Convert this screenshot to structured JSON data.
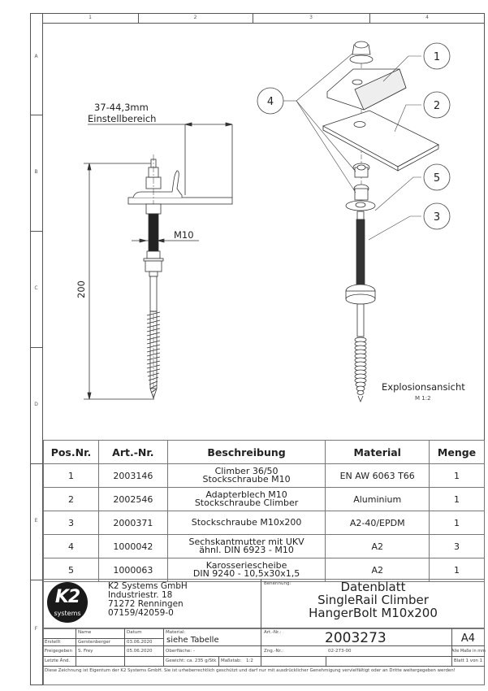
{
  "frame": {
    "columns": [
      "1",
      "2",
      "3",
      "4"
    ],
    "rows": [
      "A",
      "B",
      "C",
      "D",
      "E",
      "F"
    ]
  },
  "side_view": {
    "adjust_range_value": "37-44,3mm",
    "adjust_range_label": "Einstellbereich",
    "thread_label": "M10",
    "length_label": "200"
  },
  "exploded_view": {
    "title": "Explosionsansicht",
    "scale": "M 1:2",
    "balloons": [
      "1",
      "2",
      "3",
      "4",
      "5"
    ]
  },
  "parts_table": {
    "headers": [
      "Pos.Nr.",
      "Art.-Nr.",
      "Beschreibung",
      "Material",
      "Menge"
    ],
    "rows": [
      {
        "pos": "1",
        "art": "2003146",
        "desc1": "Climber 36/50",
        "desc2": "Stockschraube M10",
        "material": "EN AW 6063 T66",
        "qty": "1"
      },
      {
        "pos": "2",
        "art": "2002546",
        "desc1": "Adapterblech M10",
        "desc2": "Stockschraube Climber",
        "material": "Aluminium",
        "qty": "1"
      },
      {
        "pos": "3",
        "art": "2000371",
        "desc1": "Stockschraube M10x200",
        "desc2": "",
        "material": "A2-40/EPDM",
        "qty": "1"
      },
      {
        "pos": "4",
        "art": "1000042",
        "desc1": "Sechskantmutter mit UKV",
        "desc2": "ähnl. DIN 6923 - M10",
        "material": "A2",
        "qty": "3"
      },
      {
        "pos": "5",
        "art": "1000063",
        "desc1": "Karosseriescheibe",
        "desc2": "DIN 9240 - 10,5x30x1,5",
        "material": "A2",
        "qty": "1"
      }
    ]
  },
  "title_block": {
    "logo_text": "K2",
    "logo_subtext": "systems",
    "company": [
      "K2 Systems GmbH",
      "Industriestr. 18",
      "71272 Renningen",
      "07159/42059-0"
    ],
    "benennung_label": "Benennung:",
    "title_lines": [
      "Datenblatt",
      "SingleRail Climber",
      "HangerBolt M10x200"
    ],
    "name_label": "Name",
    "datum_label": "Datum",
    "material_label": "Material:",
    "material_value": "siehe Tabelle",
    "art_nr_label": "Art.-Nr.:",
    "art_nr_value": "2003273",
    "format": "A4",
    "erstellt_label": "Erstellt",
    "erstellt_name": "Gerstenberger",
    "erstellt_date": "03.06.2020",
    "freigegeben_label": "Freigegeben",
    "freigegeben_name": "S. Frey",
    "freigegeben_date": "05.06.2020",
    "oberflaeche_label": "Oberfläche:",
    "oberflaeche_value": "-",
    "zng_nr_label": "Zng.-Nr.:",
    "zng_nr_value": "02-273-00",
    "units_note": "Alle Maße in mm",
    "letzte_aend_label": "Letzte Änd.",
    "gewicht_label": "Gewicht:",
    "gewicht_value": "ca. 235 g/Stk",
    "massstab_label": "Maßstab:",
    "massstab_value": "1:2",
    "sheet": "Blatt 1 von 1",
    "copyright": "Diese Zeichnung ist Eigentum der K2 Systems GmbH. Sie ist urheberrechtlich geschützt und darf nur mit ausdrücklicher Genehmigung vervielfältigt oder an Dritte weitergegeben werden!"
  }
}
